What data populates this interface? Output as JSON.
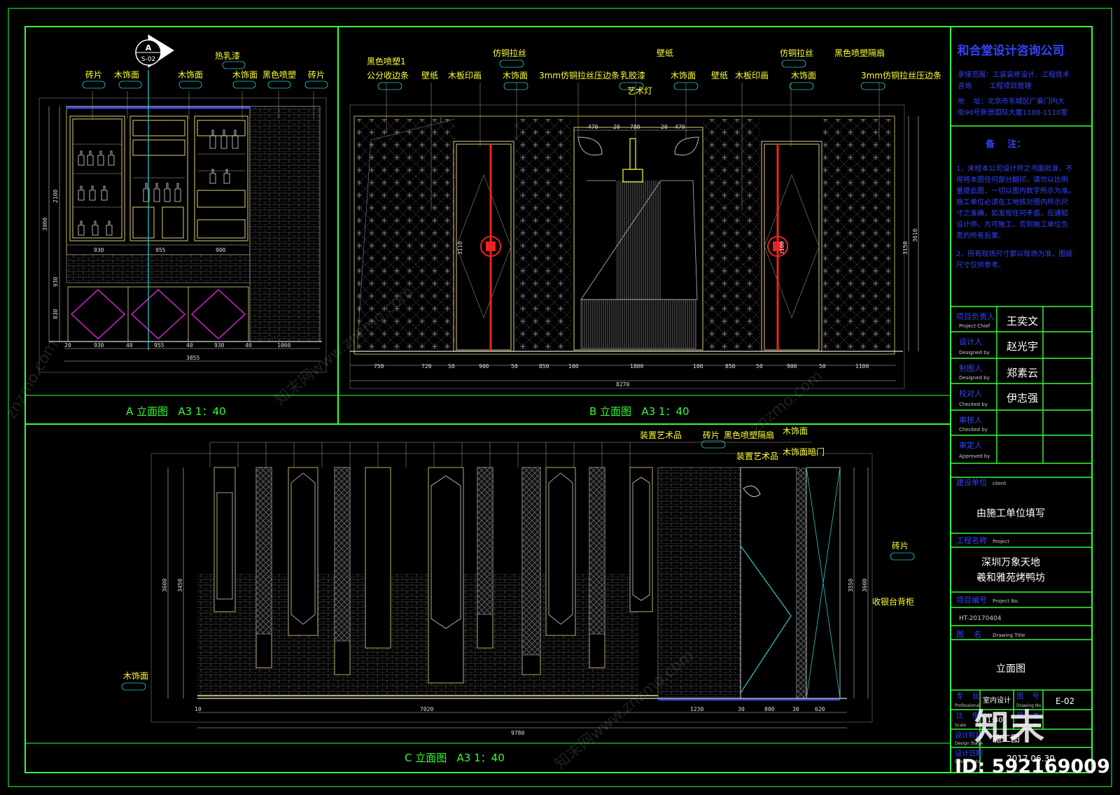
{
  "colors": {
    "background": "#000000",
    "frame": "#33ff33",
    "annotation": "#ffff33",
    "dimension": "#e0e0e0",
    "blue_text": "#3344ff",
    "accent_magenta": "#dd22dd",
    "accent_red": "#ee2222",
    "accent_cyan": "#22cccc",
    "brick": "#777777",
    "wood": "#bbaa66"
  },
  "icons": {
    "section_marker": "section-arrow-icon"
  },
  "titles": {
    "a": "A 立面图   A3 1：40",
    "b": "B 立面图   A3 1：40",
    "c": "C 立面图   A3 1：40"
  },
  "section_marker": {
    "letter": "A",
    "code": "S-02"
  },
  "elevation_a": {
    "callouts": [
      "砖片",
      "木饰面",
      "木饰面",
      "木饰面",
      "黑色喷塑",
      "砖片",
      "热乳漆"
    ],
    "dims_bottom": [
      "20",
      "930",
      "40",
      "955",
      "40",
      "930",
      "40",
      "1060"
    ],
    "dim_total": "3855",
    "dims_left": [
      "3900",
      "2100",
      "930",
      "830"
    ],
    "dims_mid": [
      "930",
      "955",
      "900"
    ]
  },
  "elevation_b": {
    "callouts": [
      "黑色喷塑1",
      "公分收边条",
      "仿铜拉丝",
      "壁纸",
      "木板印画",
      "木饰面",
      "3mm仿铜拉丝压边条",
      "乳胶漆",
      "艺术灯",
      "壁纸",
      "木饰面",
      "壁纸",
      "木板印画",
      "仿铜拉丝",
      "黑色喷塑隔扇",
      "木饰面",
      "3mm仿铜拉丝压边条"
    ],
    "dims_bottom": [
      "750",
      "720",
      "50",
      "900",
      "50",
      "850",
      "100",
      "1800",
      "100",
      "850",
      "50",
      "900",
      "50",
      "1100"
    ],
    "dims_top": [
      "470",
      "20",
      "780",
      "20",
      "470"
    ],
    "dim_total": "8270",
    "dims_right": [
      "3110",
      "3610",
      "3150",
      "3100"
    ]
  },
  "elevation_c": {
    "callouts": [
      "装置艺术品",
      "砖片",
      "黑色喷塑隔扇",
      "木饰面",
      "装置艺术品",
      "木饰面暗门",
      "砖片",
      "收银台背柜",
      "木饰面"
    ],
    "dims_bottom": [
      "10",
      "7020",
      "1230",
      "30",
      "800",
      "30",
      "620"
    ],
    "dim_total": "9780",
    "dims_left": [
      "3600",
      "3450"
    ],
    "dims_right": [
      "3550",
      "3600"
    ]
  },
  "title_block": {
    "company": "和合堂设计咨询公司",
    "info": [
      "承接范围：工装装修设计、工程技术",
      "咨询        工程项目管理",
      "地    址：北京市东城区广渠门内大",
      "街90号新景国际大厦1108-1110室"
    ],
    "notes_heading": "备    注：",
    "notes": [
      "1、未经本公司设计师之书面批准，不",
      "得将本图任何部分翻印，请勿以比例",
      "量度此图，一切以图内数字所示为准。",
      "施工单位必须在工地核对图内所示尺",
      "寸之准确，如发现任何矛盾，应通知",
      "设计师，方可施工，否则施工单位负",
      "责的所有后果。",
      "2、所有现场尺寸都以现场为准，图纸",
      "尺寸仅供参考。"
    ],
    "roles": [
      {
        "cn": "项目负责人",
        "en": "Project Chief",
        "name": "王奕文"
      },
      {
        "cn": "设计人",
        "en": "Designed by",
        "name": "赵光宇"
      },
      {
        "cn": "制图人",
        "en": "Designed by",
        "name": "郑素云"
      },
      {
        "cn": "校对人",
        "en": "Checked by",
        "name": "伊志强"
      },
      {
        "cn": "审核人",
        "en": "Checked by",
        "name": ""
      },
      {
        "cn": "审定人",
        "en": "Approved by",
        "name": ""
      }
    ],
    "client_label": "建设单位",
    "client_en": "client",
    "client_value": "由施工单位填写",
    "project_label": "工程名称",
    "project_en": "Project",
    "project_value_1": "深圳万象天地",
    "project_value_2": "羲和雅苑烤鸭坊",
    "project_no_label": "项目编号",
    "project_no_en": "Project No.",
    "project_no_value": "HT-20170404",
    "drawing_title_label": "图    名",
    "drawing_title_en": "Drawing Title",
    "drawing_title_value": "立面图",
    "professional_label": "专    业",
    "professional_en": "Professional",
    "professional_value": "室内设计",
    "drawing_no_label": "图    号",
    "drawing_no_en": "Drawing No.",
    "drawing_no_value": "E-02",
    "scale_label": "比    例",
    "scale_en": "Scale",
    "scale_value": "1:40",
    "version_label": "版    本",
    "version_en": "Version No.",
    "stage_label": "设计阶段",
    "stage_en": "Design Stage",
    "stage_value": "施工图",
    "date_label": "设计日期",
    "date_en": "Design Date",
    "date_value": "2017.06.30"
  },
  "watermark": {
    "brand": "知末",
    "id": "ID: 592169009",
    "repeat_cn": "知末网www.znzmo.com",
    "repeat_en": "znzmo.com"
  }
}
